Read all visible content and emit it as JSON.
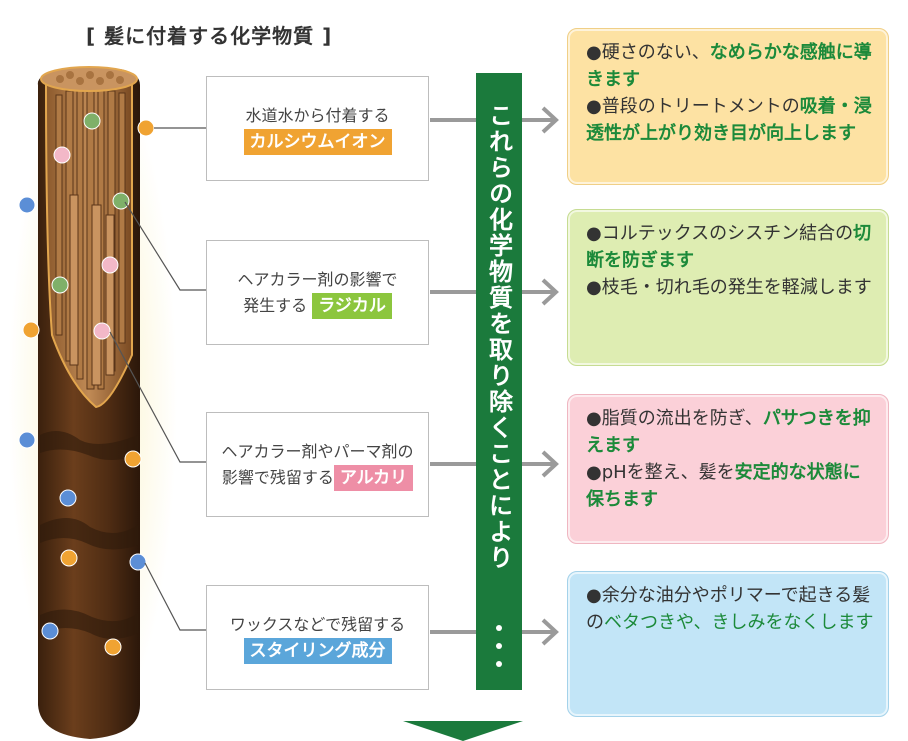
{
  "title": "[ 髪に付着する化学物質 ]",
  "labels": [
    {
      "line1": "水道水から付着する",
      "tag": "カルシウムイオン",
      "color": "#f0a332"
    },
    {
      "line1": "ヘアカラー剤の影響で",
      "line2_pre": "発生する",
      "tag": "ラジカル",
      "color": "#8cc63e"
    },
    {
      "line1": "ヘアカラー剤やパーマ剤の",
      "line2_pre": "影響で残留する",
      "tag": "アルカリ",
      "color": "#ee8ea6"
    },
    {
      "line1": "ワックスなどで残留する",
      "tag": "スタイリング成分",
      "color": "#5ba6da"
    }
  ],
  "center_text": "これらの化学物質を取り除くことにより",
  "effects": {
    "e1": {
      "b1_plain": "●硬さのない、",
      "b1_hl": "なめらかな感触に導きます",
      "b2_plain": "●普段のトリートメントの",
      "b2_hl": "吸着・浸透性が上がり効き目が向上します"
    },
    "e2": {
      "b1_plain": "●コルテックスのシスチン結合の",
      "b1_hl": "切断を防ぎます",
      "b2_plain": "●枝毛・切れ毛の発生を軽減します"
    },
    "e3": {
      "b1_plain": "●脂質の流出を防ぎ、",
      "b1_hl": "パサつきを抑えます",
      "b2_plain": "●pHを整え、髪を",
      "b2_hl": "安定的な状態に保ちます"
    },
    "e4": {
      "b1_plain": "●余分な油分やポリマーで起きる髪の",
      "b1_hl": "ベタつきや、きしみをなくします"
    }
  },
  "colors": {
    "accent_green": "#1b7a3c",
    "highlight_green": "#1c8a3a",
    "hair_brown": "#5a3519"
  }
}
